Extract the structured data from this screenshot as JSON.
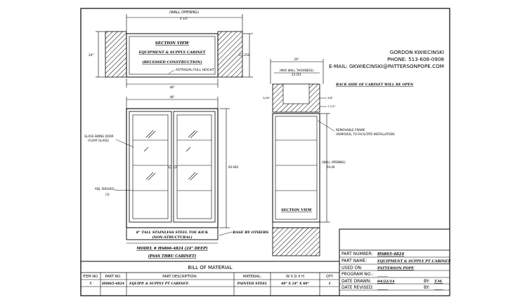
{
  "contact": {
    "name": "GORDON KWIECINSKI",
    "phone": "PHONE: 513-608-0908",
    "email": "E-MAIL: GKWIECINSKI@PATTERSONPOPE.COM"
  },
  "plan_view": {
    "title": "SECTION VIEW",
    "subtitle": "EQUIPMENT & SUPPLY CABINET",
    "note": "(RECESSED CONSTRUCTION)",
    "astragal": "ASTRAGAL-FULL HEIGHT",
    "wall_opening": "(WALL OPENING)",
    "dim_top": "4 1/2\"",
    "dim_left": "24\"",
    "dim_right": "23.250",
    "dim_bottom": "48\""
  },
  "elevation": {
    "dim_top": "48\"",
    "dim_right": "60.000",
    "glass_door": "GLASS SWING DOOR",
    "glass_door_2": "(FLOAT GLASS)",
    "shelves": "ADJ. SHELVES",
    "shelves_2": "(3)",
    "toe_kick": "8\" TALL STAINLESS STEEL TOE KICK",
    "toe_kick_2": "(NON-STRUCTURAL)",
    "base": "BASE BY OTHERS",
    "model": "MODEL # HS866-4824 (24\" DEEP)",
    "pass_thru": "(PASS THRU CABINET)"
  },
  "side_view": {
    "dim_top": "24\"",
    "wall_thickness": "(MAX WALL THICKNESS)",
    "wall_thickness_val": "23.251",
    "back_note": "BACK SIDE OF CABINET WILL BE OPEN",
    "dim_a": "3/16\"",
    "dim_b": "3/8\"",
    "dim_c": "1 1/2\"",
    "frame": "REMOVABLE FRAME",
    "frame_2": "(REMOVED, TO FACILITATE INSTALLATION)",
    "wall_opening": "(WALL OPENING)",
    "wall_opening_val": "59.00",
    "section_label": "SECTION VIEW"
  },
  "title_block": {
    "rows": [
      {
        "label": "PART NUMBER:",
        "value": "HS865-4824"
      },
      {
        "label": "PART NAME:",
        "value": "EQUIPMENT & SUPPLY PT CABINET"
      },
      {
        "label": "USED ON:",
        "value": "PATTERSON POPE"
      },
      {
        "label": "PROGRAM NO.:",
        "value": "______"
      },
      {
        "label": "DATE DRAWN:",
        "value": "04/22/14"
      },
      {
        "label": "DATE REVISED:",
        "value": "______"
      }
    ],
    "by_label": "BY:",
    "by_value": "T.M.",
    "by_label_2": "BY:",
    "by_value_2": "_____"
  },
  "bom": {
    "title": "BILL OF MATERIAL",
    "headers": [
      "ITEM NO.",
      "PART NO.",
      "PART DESCRIPTION:",
      "MATERIAL:",
      "W X D X H",
      "QTY"
    ],
    "row": [
      "X",
      "HS865-4824",
      "EQUIPP. & SUPPLY PT CABINET-",
      "PAINTED STEEL",
      "48\" X 24\" X 60\"",
      "1"
    ]
  }
}
